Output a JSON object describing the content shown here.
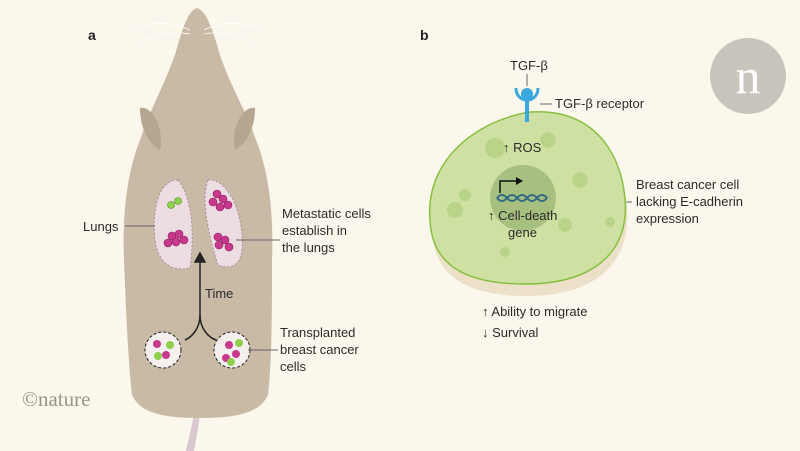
{
  "panels": {
    "a": "a",
    "b": "b"
  },
  "panel_a": {
    "lungs": "Lungs",
    "metastatic": [
      "Metastatic cells",
      "establish in",
      "the lungs"
    ],
    "time": "Time",
    "transplanted": [
      "Transplanted",
      "breast cancer",
      "cells"
    ]
  },
  "panel_b": {
    "ligand": "TGF-β",
    "receptor": "TGF-β receptor",
    "ros": "↑ ROS",
    "gene": [
      "↑ Cell-death",
      "gene"
    ],
    "cell": [
      "Breast cancer cell",
      "lacking E-cadherin",
      "expression"
    ],
    "effects": [
      "↑ Ability to migrate",
      "↓ Survival"
    ]
  },
  "credit": "©nature",
  "logo": "n",
  "colors": {
    "background": "#fbf7ec",
    "mouse": "#c9baa6",
    "lung": "#ecdde3",
    "tumor": "#c8388c",
    "normal_cell": "#8fd04a",
    "cell_body": "#cfe1a2",
    "receptor": "#3aa8dc"
  }
}
